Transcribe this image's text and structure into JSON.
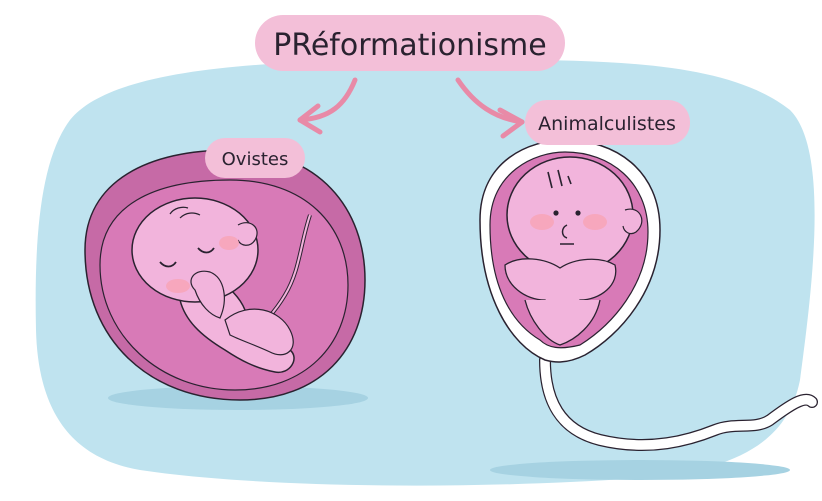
{
  "diagram": {
    "title": "PRéformationisme",
    "branches": [
      {
        "label": "Ovistes"
      },
      {
        "label": "Animalculistes"
      }
    ]
  },
  "colors": {
    "background_blob": "#bfe3ef",
    "label_fill": "#f3bfd8",
    "egg_outer": "#c66aa6",
    "egg_inner": "#d87ab7",
    "fetus_skin": "#f2b4dc",
    "cheek": "#f7a7bd",
    "sperm_head_fill": "#d87ab7",
    "outline": "#2a2230",
    "white": "#ffffff"
  }
}
